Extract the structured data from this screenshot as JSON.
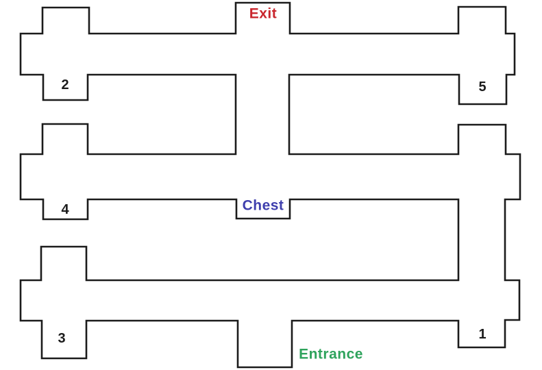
{
  "map": {
    "background_color": "#ffffff",
    "wall_color": "#1b1b1b",
    "room_number_color": "#1b1b1b",
    "markers": {
      "exit": {
        "label": "Exit",
        "color": "#c9262d"
      },
      "chest": {
        "label": "Chest",
        "color": "#3f3fad"
      },
      "entrance": {
        "label": "Entrance",
        "color": "#2ea35c"
      }
    },
    "rooms": [
      {
        "number": "1"
      },
      {
        "number": "2"
      },
      {
        "number": "3"
      },
      {
        "number": "4"
      },
      {
        "number": "5"
      }
    ]
  }
}
